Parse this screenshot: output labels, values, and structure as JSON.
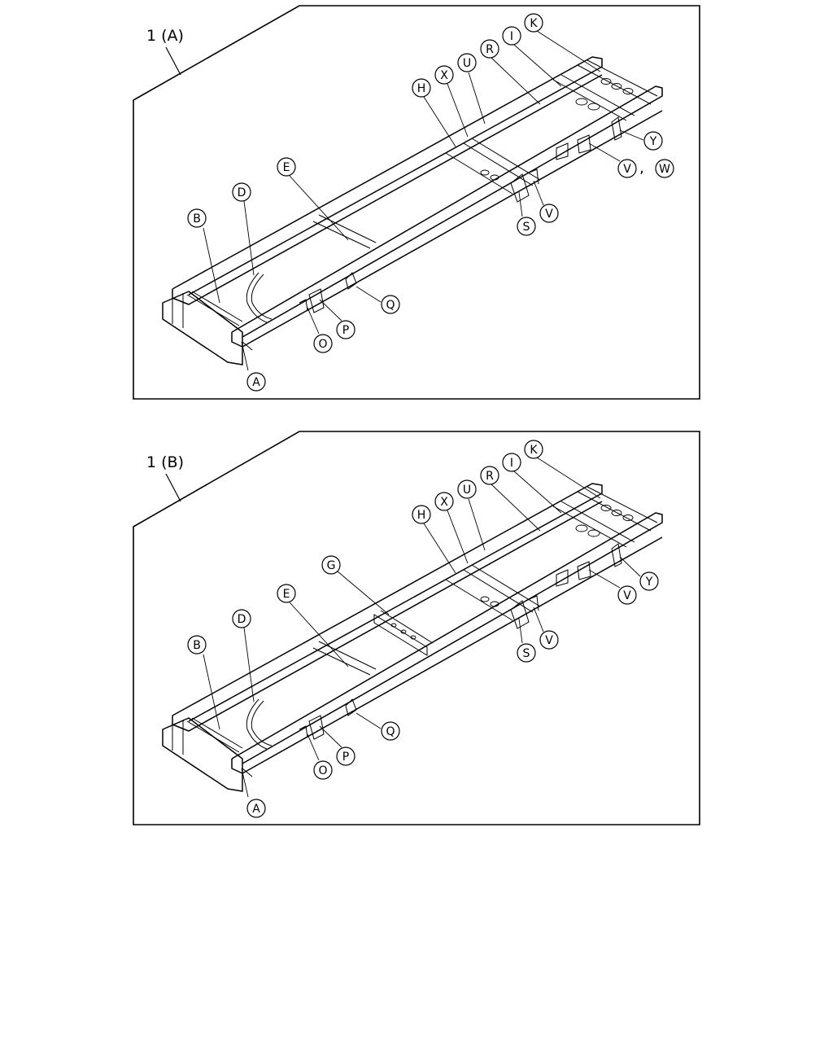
{
  "panels": [
    {
      "id": "a",
      "title": "1 (A)",
      "callouts": [
        "A",
        "B",
        "D",
        "E",
        "H",
        "X",
        "U",
        "R",
        "I",
        "K",
        "Y",
        "V",
        "W",
        "S",
        "V",
        "Q",
        "O",
        "P"
      ],
      "comma": ","
    },
    {
      "id": "b",
      "title": "1 (B)",
      "callouts": [
        "A",
        "B",
        "D",
        "E",
        "G",
        "H",
        "X",
        "U",
        "R",
        "I",
        "K",
        "Y",
        "V",
        "S",
        "V",
        "Q",
        "O",
        "P"
      ]
    }
  ],
  "colors": {
    "line": "#000000",
    "background": "#ffffff"
  }
}
